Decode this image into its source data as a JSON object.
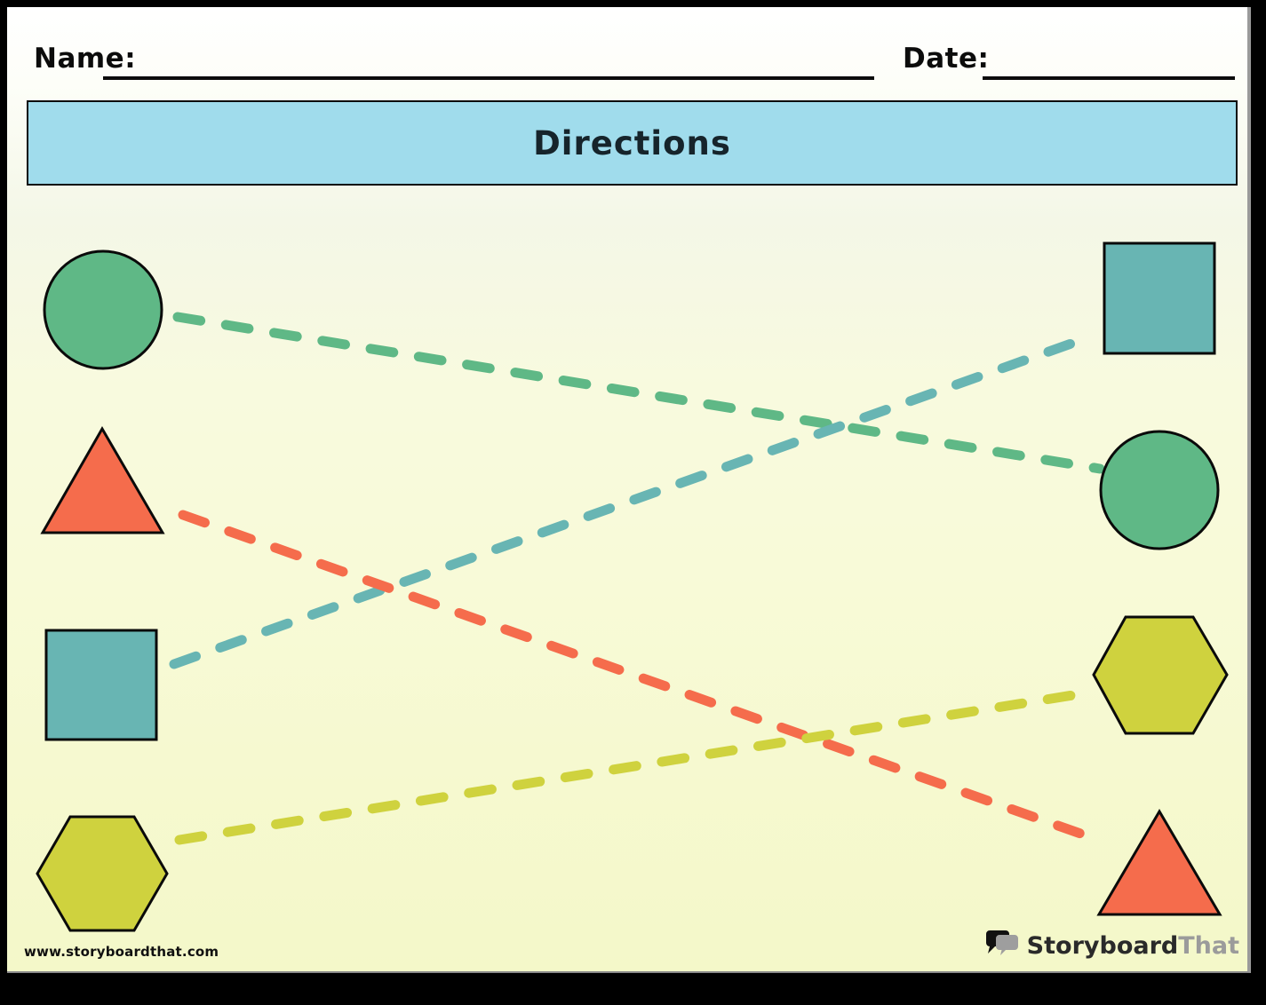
{
  "page": {
    "header": {
      "name_label": "Name:",
      "date_label": "Date:"
    },
    "banner": {
      "title": "Directions"
    },
    "footer": {
      "website": "www.storyboardthat.com",
      "logo_icon": "speech-bubbles-icon",
      "logo_text_primary": "Storyboard",
      "logo_text_secondary": "That"
    }
  },
  "colors": {
    "banner_blue": "#a0dcec",
    "green": "#5fb886",
    "teal": "#68b5b3",
    "red": "#f56c4c",
    "yellow": "#cfd23e",
    "outline": "#0a0a0a"
  },
  "shapes": {
    "left_column": [
      {
        "name": "circle",
        "color": "green"
      },
      {
        "name": "triangle",
        "color": "red"
      },
      {
        "name": "square",
        "color": "teal"
      },
      {
        "name": "hexagon",
        "color": "yellow"
      }
    ],
    "right_column": [
      {
        "name": "square",
        "color": "teal"
      },
      {
        "name": "circle",
        "color": "green"
      },
      {
        "name": "hexagon",
        "color": "yellow"
      },
      {
        "name": "triangle",
        "color": "red"
      }
    ]
  },
  "connections": [
    {
      "from": "left-circle",
      "to": "right-circle",
      "color": "green"
    },
    {
      "from": "left-square",
      "to": "right-square",
      "color": "teal"
    },
    {
      "from": "left-triangle",
      "to": "right-triangle",
      "color": "red"
    },
    {
      "from": "left-hexagon",
      "to": "right-hexagon",
      "color": "yellow"
    }
  ]
}
